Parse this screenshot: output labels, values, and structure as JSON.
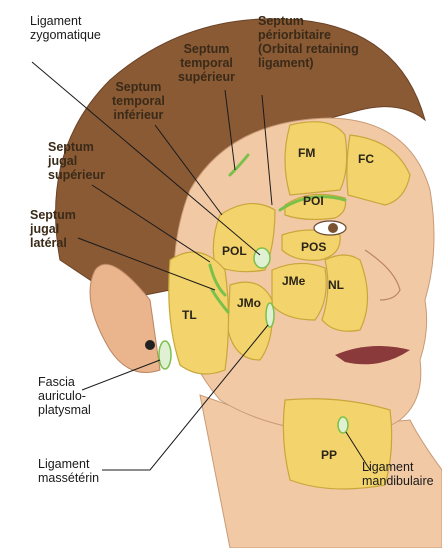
{
  "labels": {
    "ligament_zygomatique": "Ligament\nzygomatique",
    "septum_temporal_superieur": "Septum\ntemporal\nsupérieur",
    "septum_periorbitaire": "Septum\npériorbitaire\n(Orbital retaining\nligament)",
    "septum_temporal_inferieur": "Septum\ntemporal\ninférieur",
    "septum_jugal_superieur": "Septum\njugal\nsupérieur",
    "septum_jugal_lateral": "Septum\njugal\nlatéral",
    "fascia_auriculo_platysmal": "Fascia\nauriculo-\nplatysmal",
    "ligament_masseterin": "Ligament\nmassétérin",
    "ligament_mandibulaire": "Ligament\nmandibulaire"
  },
  "zones": {
    "fm": "FM",
    "fc": "FC",
    "poi": "POI",
    "pos": "POS",
    "pol": "POL",
    "jme": "JMe",
    "nl": "NL",
    "jmo": "JMo",
    "tl": "TL",
    "pp": "PP"
  },
  "colors": {
    "fat_pad": "#f3d36b",
    "fat_pad_edge": "#c9a63a",
    "septum": "#7cc04c",
    "skin": "#f2c9a5",
    "hair": "#8a5a35"
  }
}
